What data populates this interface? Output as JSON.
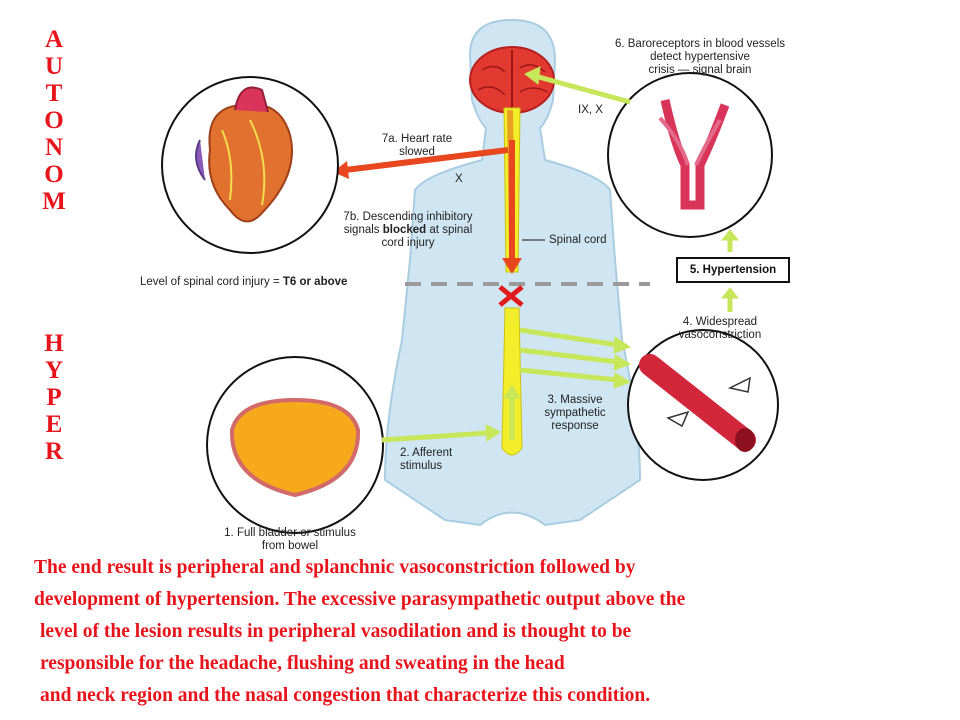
{
  "title_top": [
    "A",
    "U",
    "T",
    "O",
    "N",
    "O",
    "M"
  ],
  "title_bottom": [
    "H",
    "Y",
    "P",
    "E",
    "R"
  ],
  "labels": {
    "baroreceptors": [
      "6. Baroreceptors in blood vessels",
      "detect hypertensive",
      "crisis — signal brain"
    ],
    "nerves_ix_x": "IX, X",
    "heart_rate": [
      "7a. Heart rate",
      "slowed"
    ],
    "vagus_x": "X",
    "descending_pre": "7b. Descending inhibitory",
    "descending_mid_a": "signals ",
    "descending_bold": "blocked",
    "descending_mid_b": " at spinal",
    "descending_post": "cord injury",
    "spinal_cord": "Spinal cord",
    "level_prefix": "Level of spinal cord injury = ",
    "level_value": "T6 or above",
    "hypertension": "5. Hypertension",
    "vasoconstriction": [
      "4. Widespread",
      "vasoconstriction"
    ],
    "sympathetic": [
      "3. Massive",
      "sympathetic",
      "response"
    ],
    "afferent": [
      "2. Afferent",
      "stimulus"
    ],
    "bladder": [
      "1. Full bladder or stimulus",
      "from bowel"
    ]
  },
  "paragraph": [
    "The end result is peripheral and splanchnic vasoconstriction followed by",
    "development of hypertension. The excessive parasympathetic output above the",
    " level of the lesion results in peripheral vasodilation and is thought to be",
    " responsible for the headache, flushing and sweating in the head",
    " and neck region and the nasal congestion that characterize this condition."
  ],
  "colors": {
    "title_red": "#e8141b",
    "arrow_green": "#c8e65a",
    "arrow_red": "#e8461e",
    "spine_yellow": "#f2ee2a",
    "body_blue": "#cfe6f2"
  }
}
